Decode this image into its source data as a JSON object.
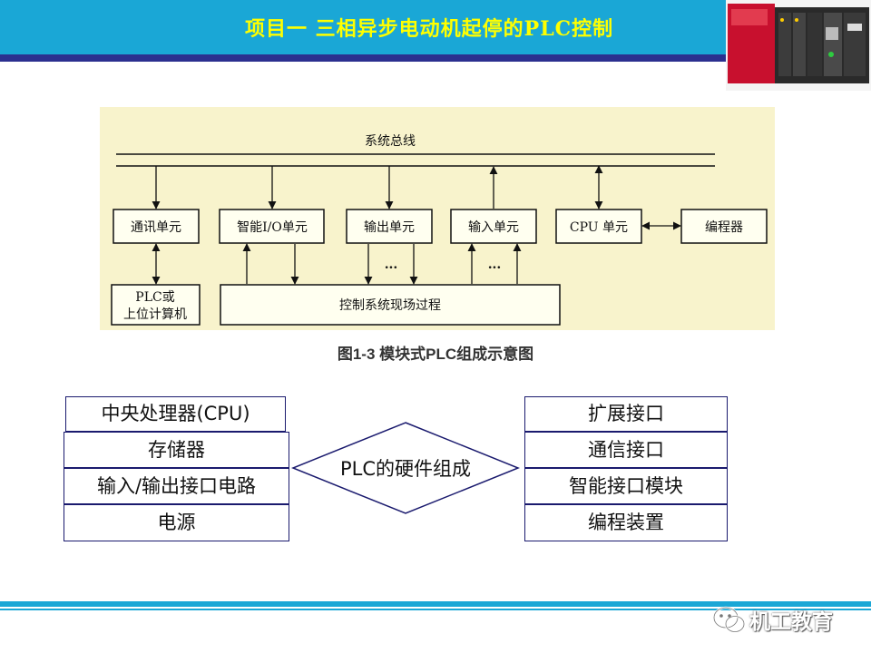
{
  "header": {
    "title": "项目一  三相异步电动机起停的PLC控制"
  },
  "diagram": {
    "bus_label": "系统总线",
    "comm_unit": "通讯单元",
    "smart_io_unit": "智能I/O单元",
    "output_unit": "输出单元",
    "input_unit": "输入单元",
    "cpu_unit": "CPU 单元",
    "programmer": "编程器",
    "plc_host_line1": "PLC或",
    "plc_host_line2": "上位计算机",
    "field_process": "控制系统现场过程",
    "ellipsis": "..."
  },
  "caption": "图1-3   模块式PLC组成示意图",
  "hardware": {
    "center_label": "PLC的硬件组成",
    "left_items": [
      "中央处理器(CPU)",
      "存储器",
      "输入/输出接口电路",
      "电源"
    ],
    "right_items": [
      "扩展接口",
      "通信接口",
      "智能接口模块",
      "编程装置"
    ]
  },
  "watermark": {
    "text": "机工教育"
  },
  "colors": {
    "header_bg": "#1aa7d6",
    "header_text": "#ffff00",
    "header_rule": "#2b2f8f",
    "panel_bg": "#f8f3cc",
    "box_border": "#1a1a6e"
  }
}
